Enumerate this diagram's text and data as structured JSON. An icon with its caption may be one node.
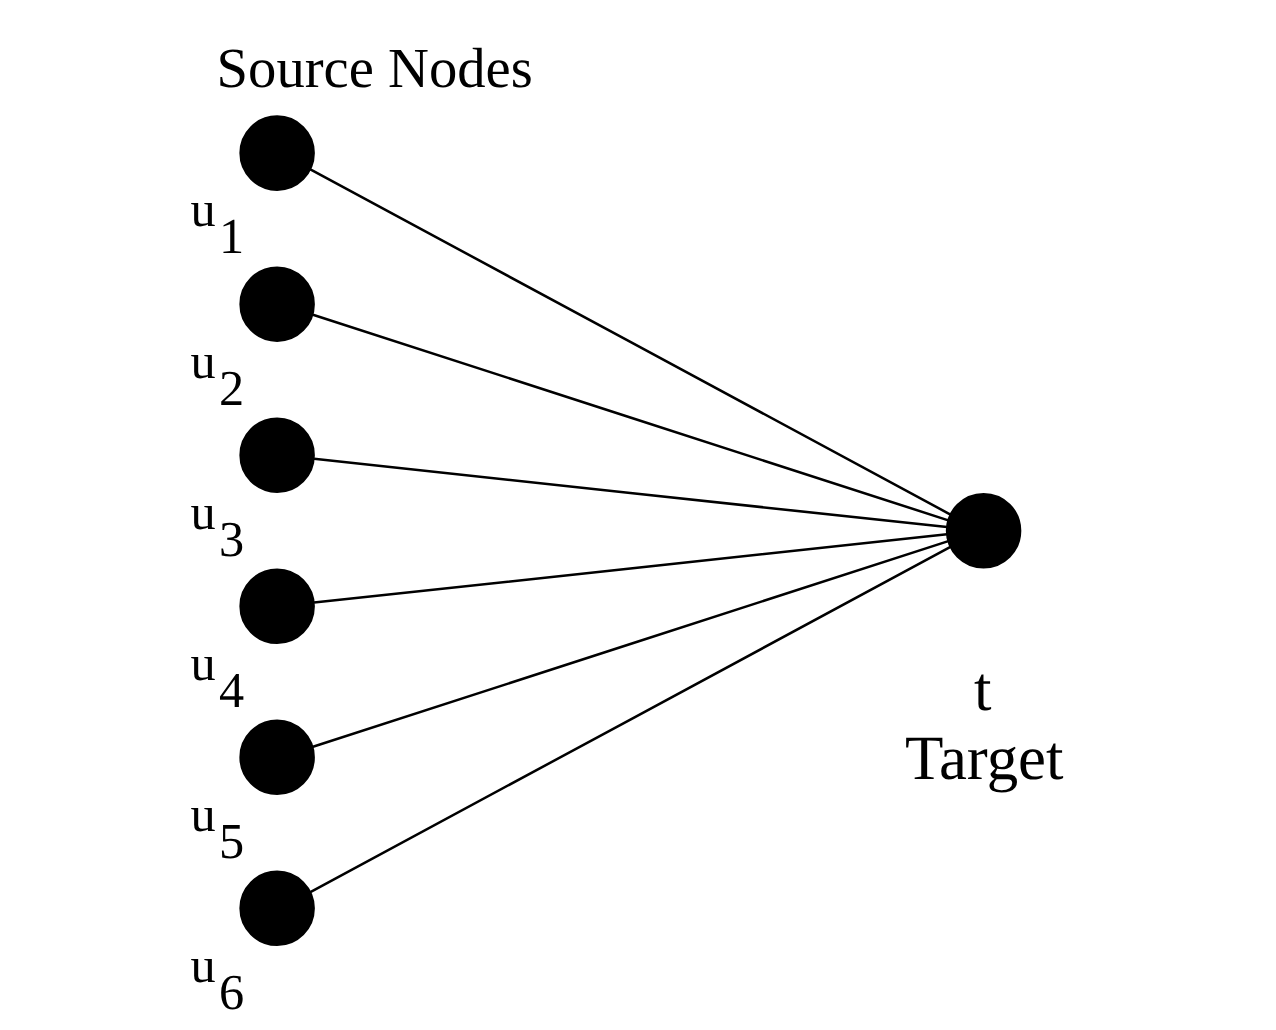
{
  "diagram": {
    "title": "Source Nodes",
    "nodes": [
      {
        "text": [],
        "shape": "circle",
        "beside": [
          "u$_{1}$"
        ]
      },
      {
        "text": [],
        "shape": "circle",
        "beside": [
          "u$_{2}$"
        ]
      },
      {
        "text": [],
        "shape": "circle",
        "beside": [
          "u$_{3}$"
        ]
      },
      {
        "text": [],
        "shape": "circle",
        "beside": [
          "u$_{4}$"
        ]
      },
      {
        "text": [],
        "shape": "circle",
        "beside": [
          "u$_{5}$"
        ]
      },
      {
        "text": [],
        "shape": "circle",
        "beside": [
          "u$_{6}$"
        ]
      },
      {
        "text": [],
        "shape": "circle",
        "beside": [
          "t",
          "Target"
        ]
      }
    ],
    "edges": [
      {
        "from": 0,
        "to": 6,
        "arrow": "none"
      },
      {
        "from": 1,
        "to": 6,
        "arrow": "none"
      },
      {
        "from": 2,
        "to": 6,
        "arrow": "none"
      },
      {
        "from": 3,
        "to": 6,
        "arrow": "none"
      },
      {
        "from": 4,
        "to": 6,
        "arrow": "none"
      },
      {
        "from": 5,
        "to": 6,
        "arrow": "none"
      }
    ]
  }
}
